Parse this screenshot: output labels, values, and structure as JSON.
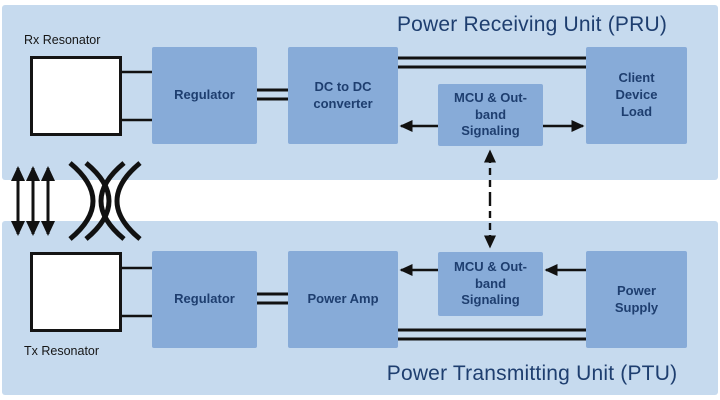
{
  "pru": {
    "title": "Power Receiving Unit (PRU)",
    "resonator_label": "Rx Resonator",
    "blocks": {
      "regulator": "Regulator",
      "converter": "DC to DC converter",
      "mcu": "MCU & Out-band Signaling",
      "load": "Client Device Load"
    }
  },
  "ptu": {
    "title": "Power Transmitting Unit (PTU)",
    "resonator_label": "Tx Resonator",
    "blocks": {
      "regulator": "Regulator",
      "amp": "Power Amp",
      "mcu": "MCU & Out-band Signaling",
      "supply": "Power Supply"
    }
  },
  "colors": {
    "panel": "#c6daee",
    "block": "#87abd8",
    "text": "#1e3e6f",
    "line": "#111111"
  }
}
